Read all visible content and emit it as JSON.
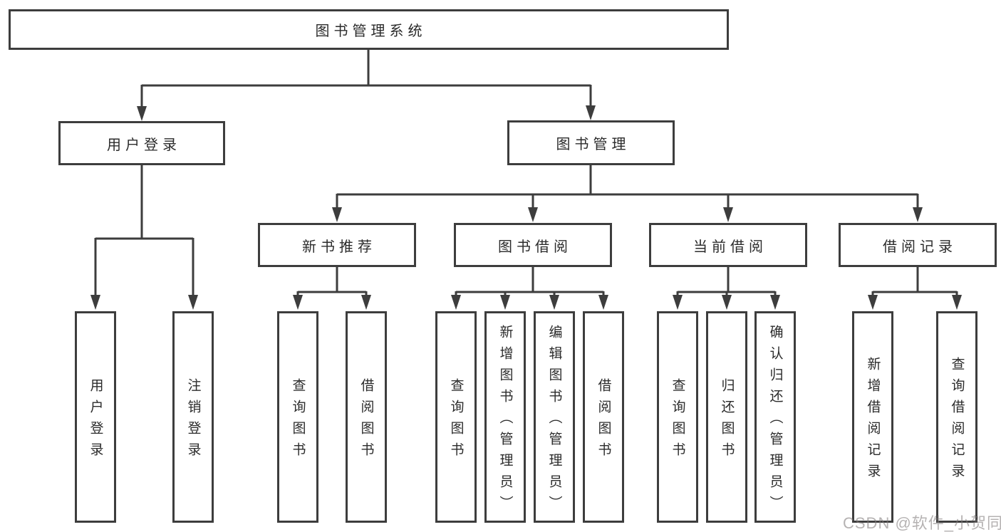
{
  "diagram": {
    "root": "图书管理系统",
    "user_branch": {
      "label": "用户登录",
      "children": [
        "用户登录",
        "注销登录"
      ]
    },
    "book_branch": {
      "label": "图书管理",
      "sections": [
        {
          "label": "新书推荐",
          "children": [
            "查询图书",
            "借阅图书"
          ]
        },
        {
          "label": "图书借阅",
          "children": [
            "查询图书",
            "新增图书（管理员）",
            "编辑图书（管理员）",
            "借阅图书"
          ]
        },
        {
          "label": "当前借阅",
          "children": [
            "查询图书",
            "归还图书",
            "确认归还（管理员）"
          ]
        },
        {
          "label": "借阅记录",
          "children": [
            "新增借阅记录",
            "查询借阅记录"
          ]
        }
      ]
    }
  },
  "watermark": {
    "text": "CSDN @软件_小贺同学"
  },
  "colors": {
    "line": "#3d3d3d",
    "box_background": "#ffffff",
    "text": "#2b2b2b",
    "watermark": "#b3aeae"
  }
}
